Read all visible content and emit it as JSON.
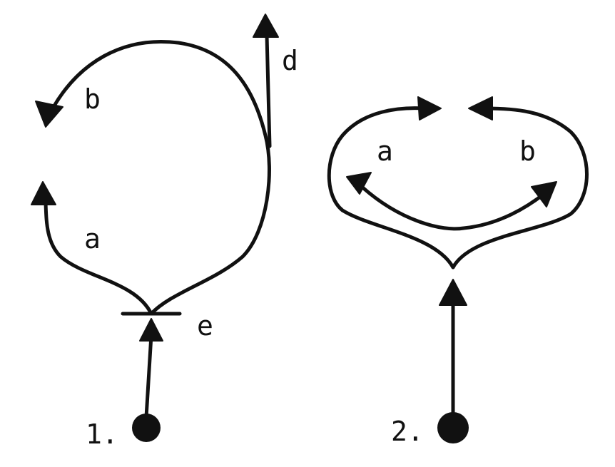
{
  "diagram_1": {
    "number_label": "1.",
    "labels": {
      "a": "a",
      "b": "b",
      "d": "d",
      "e": "e"
    }
  },
  "diagram_2": {
    "number_label": "2.",
    "labels": {
      "a": "a",
      "b": "b"
    }
  },
  "ink_color": "#111111"
}
